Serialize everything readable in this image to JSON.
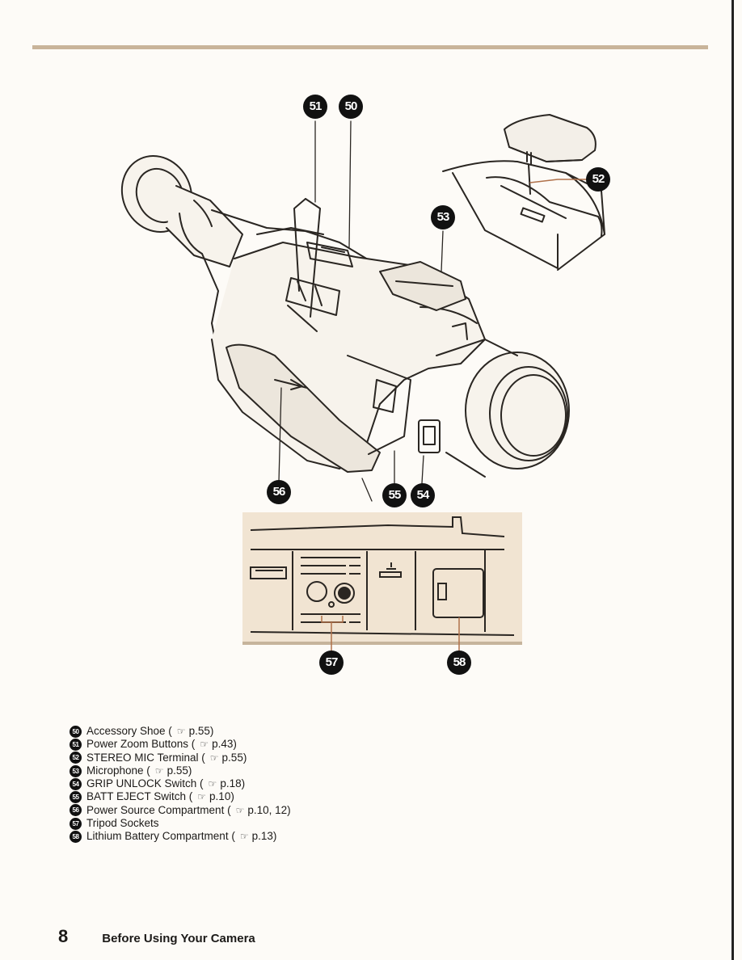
{
  "callouts": [
    "51",
    "50",
    "52",
    "53",
    "56",
    "55",
    "54",
    "57",
    "58"
  ],
  "legend": [
    {
      "num": "50",
      "label": "Accessory Shoe (",
      "ref": "p.55)"
    },
    {
      "num": "51",
      "label": "Power Zoom Buttons (",
      "ref": "p.43)"
    },
    {
      "num": "52",
      "label": "STEREO MIC Terminal (",
      "ref": "p.55)"
    },
    {
      "num": "53",
      "label": "Microphone (",
      "ref": "p.55)"
    },
    {
      "num": "54",
      "label": "GRIP UNLOCK Switch (",
      "ref": "p.18)"
    },
    {
      "num": "55",
      "label": "BATT EJECT Switch (",
      "ref": "p.10)"
    },
    {
      "num": "56",
      "label": "Power Source Compartment (",
      "ref": "p.10, 12)"
    },
    {
      "num": "57",
      "label": "Tripod Sockets",
      "ref": ""
    },
    {
      "num": "58",
      "label": "Lithium Battery Compartment (",
      "ref": "p.13)"
    }
  ],
  "ref_icon": "pointing-hand-icon",
  "footer": {
    "page_number": "8",
    "section_title": "Before Using Your Camera"
  },
  "colors": {
    "accent_band": "#c9b49a",
    "inset_background": "#f1e4d2"
  }
}
